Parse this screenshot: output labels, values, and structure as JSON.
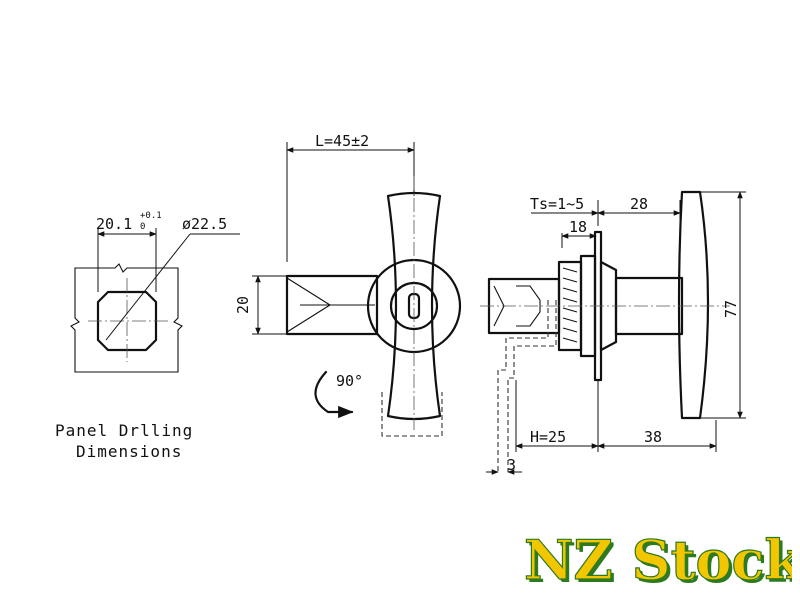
{
  "captions": {
    "line1": "Panel Drlling",
    "line2": "Dimensions"
  },
  "dimensions": {
    "L": "L=45±2",
    "d20_1": "20.1",
    "d20_1_tol_upper": "+0.1",
    "d20_1_tol_lower": "0",
    "diameter": "ø22.5",
    "height20": "20",
    "rotation": "90°",
    "Ts": "Ts=1~5",
    "d18": "18",
    "d28": "28",
    "d77": "77",
    "H": "H=25",
    "d38": "38",
    "d3": "3"
  },
  "stamp": {
    "text": "NZ Stock",
    "fill_color": "#f2c600",
    "shadow_color": "#2e7a1e"
  },
  "colors": {
    "line": "#111111",
    "background": "#ffffff"
  }
}
